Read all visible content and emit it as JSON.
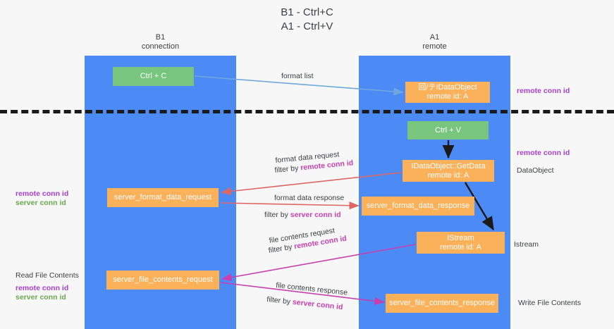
{
  "title": {
    "line1": "B1 - Ctrl+C",
    "line2": "A1 - Ctrl+V"
  },
  "lanes": [
    {
      "id": "b1",
      "name": "B1",
      "role": "connection",
      "color": "#4c8bf5"
    },
    {
      "id": "a1",
      "name": "A1",
      "role": "remote",
      "color": "#4c8bf5"
    }
  ],
  "nodes": {
    "ctrl_c": {
      "label": "Ctrl + C",
      "sub": "",
      "color": "#78c57e"
    },
    "idataobject": {
      "label": "回/テIDataObject",
      "sub": "remote id: A",
      "color": "#fbb05a"
    },
    "ctrl_v": {
      "label": "Ctrl + V",
      "sub": "",
      "color": "#78c57e"
    },
    "getdata": {
      "label": "IDataObject::GetData",
      "sub": "remote id: A",
      "color": "#fbb05a"
    },
    "sfd_request": {
      "label": "server_format_data_request",
      "sub": "",
      "color": "#fbb05a"
    },
    "sfd_response": {
      "label": "server_format_data_response",
      "sub": "",
      "color": "#fbb05a"
    },
    "istream": {
      "label": "IStream",
      "sub": "remote id: A",
      "color": "#fbb05a"
    },
    "sfc_request": {
      "label": "server_file_contents_request",
      "sub": "",
      "color": "#fbb05a"
    },
    "sfc_response": {
      "label": "server_file_contents_response",
      "sub": "",
      "color": "#fbb05a"
    }
  },
  "edge_labels": {
    "format_list": {
      "text": "format list"
    },
    "format_data_request": {
      "text": "format data request"
    },
    "filter_remote_1": {
      "prefix": "filter by ",
      "highlight": "remote conn id"
    },
    "format_data_response": {
      "text": "format data response"
    },
    "filter_server_1": {
      "prefix": "filter by ",
      "highlight": "server conn id"
    },
    "file_contents_request": {
      "text": "file contents request"
    },
    "filter_remote_2": {
      "prefix": "filter by ",
      "highlight": "remote conn id"
    },
    "file_contents_response": {
      "text": "file contents response"
    },
    "filter_server_2": {
      "prefix": "filter by ",
      "highlight": "server conn id"
    }
  },
  "side_labels": {
    "right_top_remote": {
      "text": "remote conn id",
      "color": "#a73fd1"
    },
    "right_mid_remote": {
      "text": "remote conn id",
      "color": "#a73fd1"
    },
    "dataobject": {
      "text": "DataObject",
      "color": "#3c4043"
    },
    "istream": {
      "text": "Istream",
      "color": "#3c4043"
    },
    "write_file_contents": {
      "text": "Write File Contents",
      "color": "#3c4043"
    },
    "left_mid": {
      "remote": "remote conn id",
      "server": "server conn id"
    },
    "read_file_contents": {
      "title": "Read File Contents",
      "remote": "remote conn id",
      "server": "server conn id"
    }
  },
  "colors": {
    "lane": "#4c8bf5",
    "green_node": "#78c57e",
    "orange_node": "#fbb05a",
    "arrow_blue": "#6fa8dc",
    "arrow_red": "#e06666",
    "arrow_magenta": "#c93fb0",
    "arrow_black": "#1a1a1a",
    "purple_text": "#a73fd1",
    "green_text": "#6aa84f",
    "background": "#f7f7f7"
  }
}
